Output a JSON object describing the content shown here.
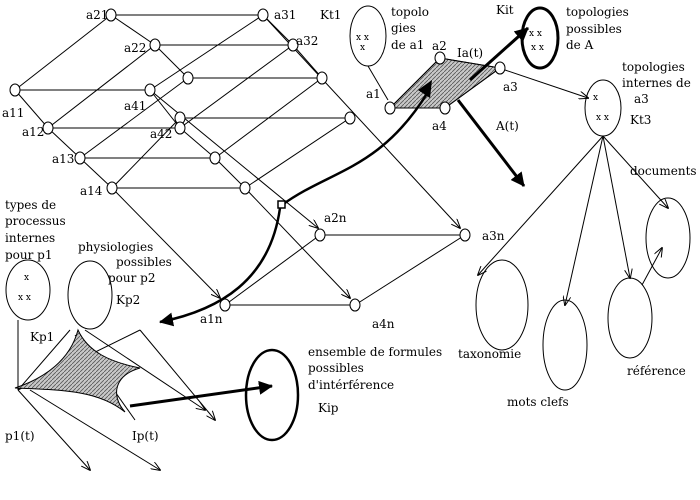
{
  "lattice": {
    "labels": {
      "a21": "a21",
      "a31": "a31",
      "a22": "a22",
      "a32": "a32",
      "a11": "a11",
      "a41": "a41",
      "a12": "a12",
      "a42": "a42",
      "a13": "a13",
      "a14": "a14",
      "a2n": "a2n",
      "a3n": "a3n",
      "a1n": "a1n",
      "a4n": "a4n"
    }
  },
  "kt1": {
    "label": "Kt1",
    "caption": [
      "topolo",
      "gies",
      "de a1"
    ]
  },
  "kit": {
    "label": "Kit",
    "caption": [
      "topologies",
      "possibles",
      "de A"
    ]
  },
  "plane": {
    "a1": "a1",
    "a2": "a2",
    "a3": "a3",
    "a4": "a4",
    "ia": "Ia(t)",
    "a": "A(t)"
  },
  "kt3": {
    "label": "Kt3",
    "caption": [
      "topologies",
      "internes de",
      "a3"
    ]
  },
  "ontology": {
    "documents": "documents",
    "taxonomie": "taxonomie",
    "mots_clefs": "mots clefs",
    "reference": "référence"
  },
  "kp1": {
    "label": "Kp1",
    "caption": [
      "types de",
      "processus",
      "internes",
      "pour  p1"
    ]
  },
  "kp2": {
    "label": "Kp2",
    "caption": [
      "physiologies",
      "possibles",
      "pour p2"
    ]
  },
  "kip": {
    "label": "Kip",
    "caption": [
      "ensemble de formules",
      "possibles",
      "d'intérférence"
    ]
  },
  "process": {
    "p1": "p1(t)",
    "ip": "Ip(t)"
  }
}
